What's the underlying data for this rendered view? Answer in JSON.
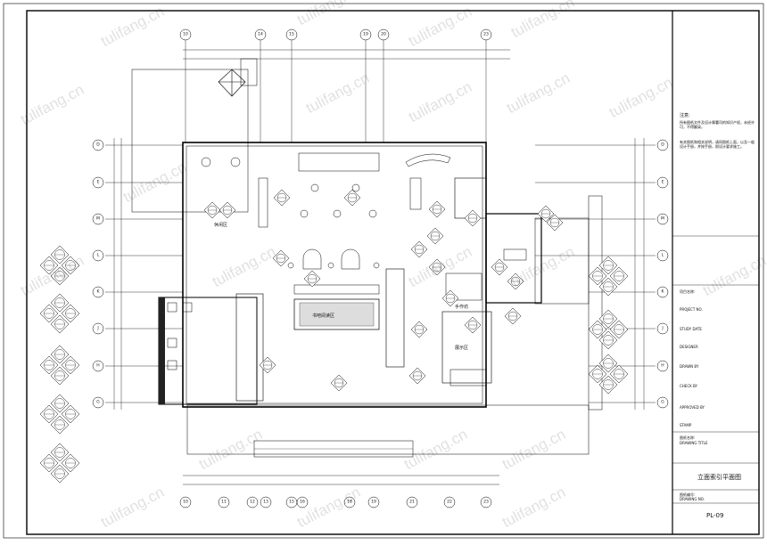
{
  "watermark": "tulifang.cn",
  "top_axes": [
    "10",
    "14",
    "15",
    "19",
    "20",
    "23"
  ],
  "bottom_axes": [
    "10",
    "11",
    "12",
    "13",
    "15",
    "16",
    "18",
    "19",
    "21",
    "22",
    "23"
  ],
  "left_axes": [
    "D",
    "E",
    "M",
    "L",
    "K",
    "J",
    "H",
    "G"
  ],
  "right_axes": [
    "D",
    "E",
    "M",
    "L",
    "K",
    "J",
    "H",
    "G"
  ],
  "rooms": {
    "reading": "书吧阅读区",
    "workshop": "手作坊",
    "exhibit": "展示区",
    "lounge": "休闲区"
  },
  "titleblock": {
    "notes_heading": "注意:",
    "notes_body": "所有图纸文件及设计属署司的知识产权，未经许可，不得翻录。",
    "notes_body2": "有关图纸和相关说明，请同图纸上面，以及一般设计手册，并按手册，照设计要求施工。",
    "project_label": "项目名称:",
    "project_name": "PROJECT NO.",
    "date_label": "STUDY DATE",
    "designer_label": "DESIGNER",
    "drawn_label": "DRAWN BY",
    "check_label": "CHECK BY",
    "approved_label": "APPROVED BY",
    "stamp_label": "STAMP",
    "drawing_title_label": "图纸名称:",
    "drawing_title_en": "DRAWING TITLE",
    "drawing_title": "立面索引平面图",
    "drawing_no_label": "图纸编号:",
    "drawing_no_en": "DRAWING NO.",
    "drawing_no": "PL-09"
  }
}
